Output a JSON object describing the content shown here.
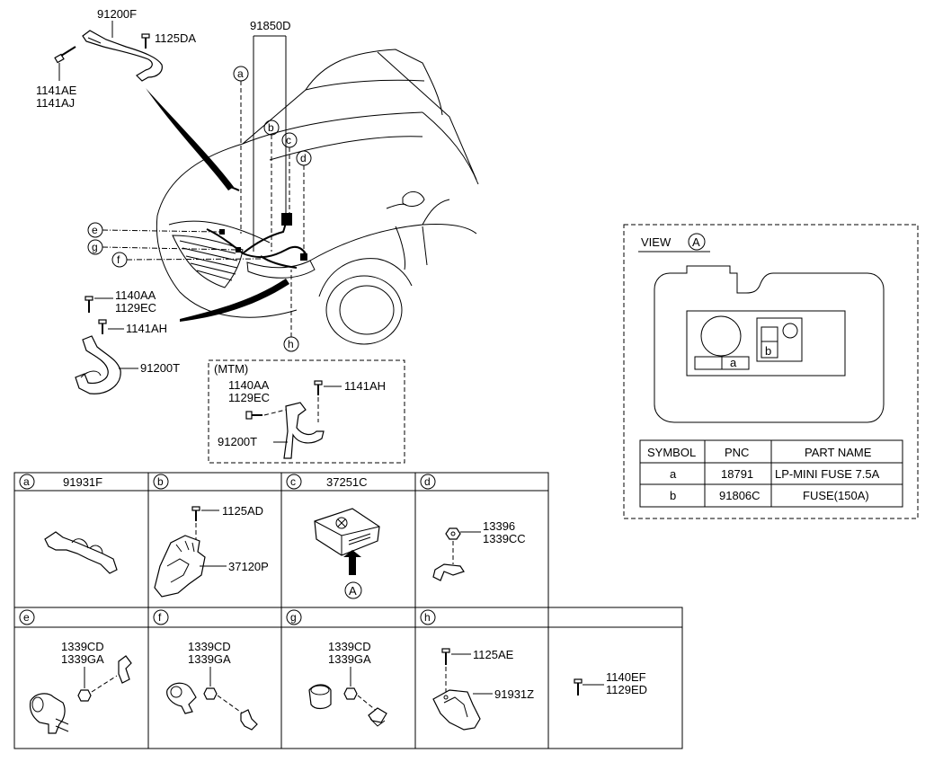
{
  "callouts": {
    "p91200F": "91200F",
    "p1125DA": "1125DA",
    "p1141AE": "1141AE",
    "p1141AJ": "1141AJ",
    "p91850D": "91850D",
    "p1140AA": "1140AA",
    "p1129EC": "1129EC",
    "p1141AH": "1141AH",
    "p91200T": "91200T"
  },
  "circle_letters": {
    "a": "a",
    "b": "b",
    "c": "c",
    "d": "d",
    "e": "e",
    "f": "f",
    "g": "g",
    "h": "h",
    "A": "A"
  },
  "mtm": {
    "title": "(MTM)",
    "p1140AA": "1140AA",
    "p1129EC": "1129EC",
    "p1141AH": "1141AH",
    "p91200T": "91200T"
  },
  "view": {
    "title": "VIEW",
    "letter": "A",
    "label_a": "a",
    "label_b": "b",
    "table": {
      "headers": [
        "SYMBOL",
        "PNC",
        "PART NAME"
      ],
      "rows": [
        [
          "a",
          "18791",
          "LP-MINI FUSE 7.5A"
        ],
        [
          "b",
          "91806C",
          "FUSE(150A)"
        ]
      ]
    }
  },
  "grid": {
    "row1": [
      {
        "letter": "a",
        "pnc": "91931F"
      },
      {
        "letter": "b",
        "pnc": ""
      },
      {
        "letter": "c",
        "pnc": "37251C"
      },
      {
        "letter": "d",
        "pnc": ""
      }
    ],
    "row2": [
      {
        "letter": "e",
        "pnc": ""
      },
      {
        "letter": "f",
        "pnc": ""
      },
      {
        "letter": "g",
        "pnc": ""
      },
      {
        "letter": "h",
        "pnc": ""
      },
      {
        "letter": "",
        "pnc": ""
      }
    ],
    "b_1125AD": "1125AD",
    "b_37120P": "37120P",
    "c_A": "A",
    "d_13396": "13396",
    "d_1339CC": "1339CC",
    "e_1339CD": "1339CD",
    "e_1339GA": "1339GA",
    "f_1339CD": "1339CD",
    "f_1339GA": "1339GA",
    "g_1339CD": "1339CD",
    "g_1339GA": "1339GA",
    "h_1125AE": "1125AE",
    "h_91931Z": "91931Z",
    "x_1140EF": "1140EF",
    "x_1129ED": "1129ED"
  }
}
